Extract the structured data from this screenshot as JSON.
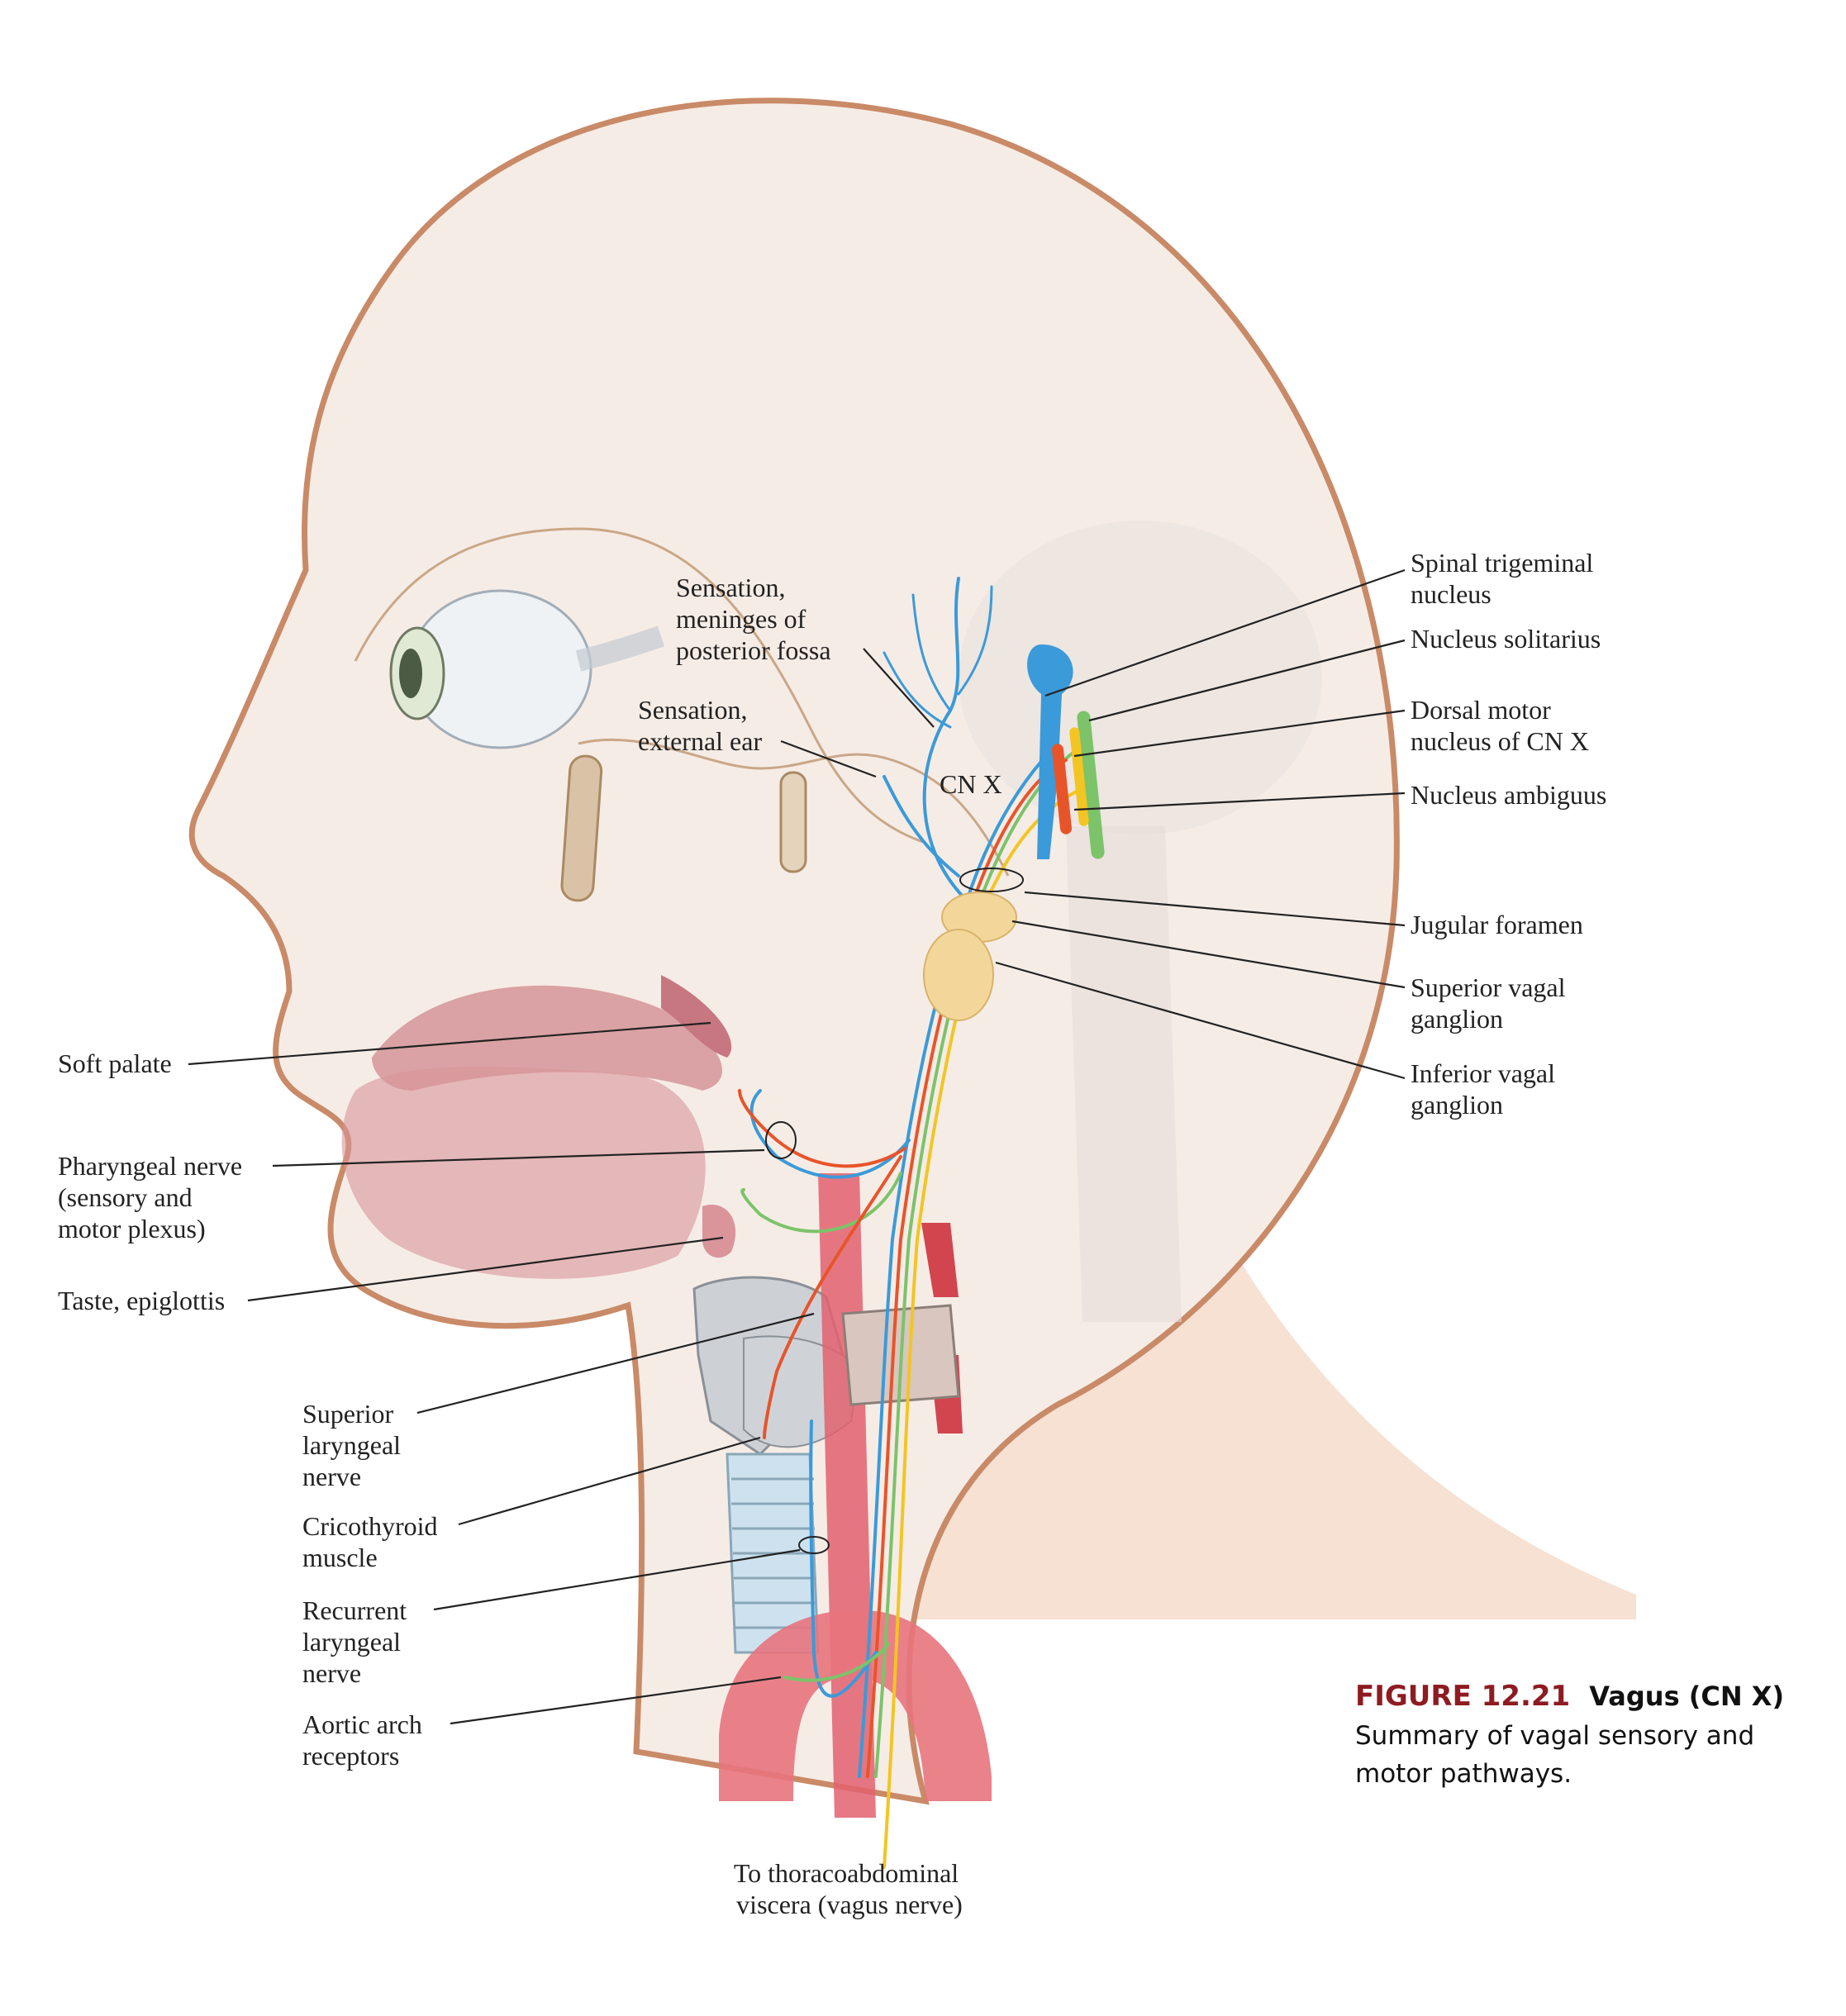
{
  "figure": {
    "number": "FIGURE 12.21",
    "title": "Vagus (CN X)",
    "caption_line1": "Summary of vagal sensory and",
    "caption_line2": "motor pathways."
  },
  "labels": {
    "meninges": [
      "Sensation,",
      "meninges of",
      "posterior fossa"
    ],
    "external_ear": [
      "Sensation,",
      "external ear"
    ],
    "cn_x": "CN X",
    "spinal_trigeminal": [
      "Spinal trigeminal",
      "nucleus"
    ],
    "nucleus_solitarius": [
      "Nucleus solitarius"
    ],
    "dorsal_motor": [
      "Dorsal motor",
      "nucleus of CN X"
    ],
    "nucleus_ambiguus": [
      "Nucleus ambiguus"
    ],
    "jugular_foramen": [
      "Jugular foramen"
    ],
    "superior_vagal": [
      "Superior vagal",
      "ganglion"
    ],
    "inferior_vagal": [
      "Inferior vagal",
      "ganglion"
    ],
    "soft_palate": [
      "Soft palate"
    ],
    "pharyngeal_nerve": [
      "Pharyngeal nerve",
      "(sensory and",
      "motor plexus)"
    ],
    "taste_epiglottis": [
      "Taste, epiglottis"
    ],
    "superior_laryngeal": [
      "Superior",
      "laryngeal",
      "nerve"
    ],
    "cricothyroid": [
      "Cricothyroid",
      "muscle"
    ],
    "recurrent_laryngeal": [
      "Recurrent",
      "laryngeal",
      "nerve"
    ],
    "aortic_arch": [
      "Aortic arch",
      "receptors"
    ],
    "thoracoabdominal": [
      "To thoracoabdominal",
      "viscera (vagus nerve)"
    ]
  },
  "colors": {
    "skin_outline": "#c98a68",
    "skin_fill": "#f6ece6",
    "nerve_blue": "#3b9ad9",
    "nerve_red": "#e8542a",
    "nerve_green": "#7cc36a",
    "nerve_yellow": "#f2c522",
    "ganglion": "#f3d79a",
    "artery": "#e2626e",
    "caption_red": "#8e1b22"
  }
}
